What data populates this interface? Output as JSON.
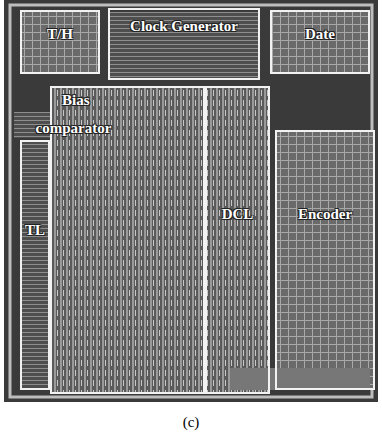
{
  "diagram": {
    "caption": "(c)",
    "nodes": [
      {
        "text": [
          "T/H"
        ]
      },
      {
        "text": [
          "Clock Generator"
        ]
      },
      {
        "text": [
          "Date"
        ]
      },
      {
        "text": [
          "Bias"
        ]
      },
      {
        "text": [
          "TL"
        ]
      },
      {
        "text": [
          "comparator"
        ],
        "in": 3
      },
      {
        "text": [
          "DCL"
        ]
      },
      {
        "text": [
          "Encoder"
        ]
      }
    ]
  }
}
